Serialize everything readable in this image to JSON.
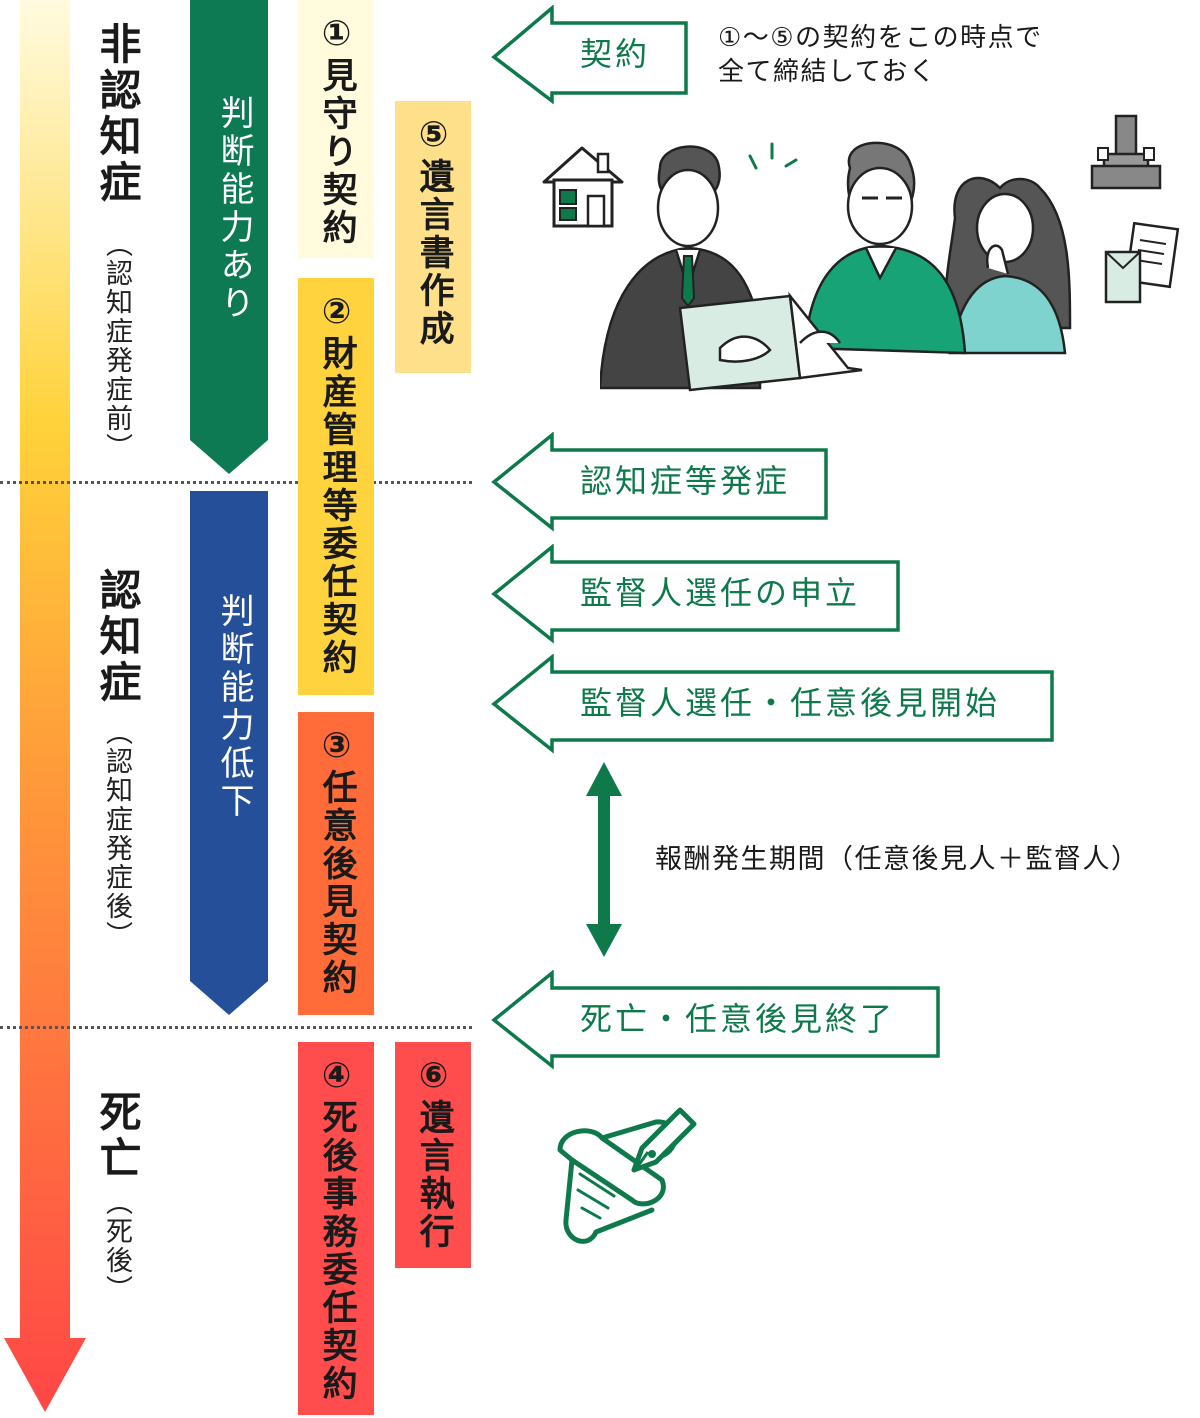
{
  "stages": {
    "pre": {
      "main": "非認知症",
      "sub": "（認知症発症前）"
    },
    "post": {
      "main": "認知症",
      "sub": "（認知症発症後）"
    },
    "death": {
      "main": "死亡",
      "sub": "（死後）"
    }
  },
  "ability": {
    "present": "判断能力あり",
    "declined": "判断能力低下"
  },
  "contracts": {
    "watch": {
      "num": "①",
      "label": "見守り契約"
    },
    "property": {
      "num": "②",
      "label": "財産管理等委任契約"
    },
    "guardian": {
      "num": "③",
      "label": "任意後見契約"
    },
    "after": {
      "num": "④",
      "label": "死後事務委任契約"
    },
    "will": {
      "num": "⑤",
      "label": "遺言書作成"
    },
    "execute": {
      "num": "⑥",
      "label": "遺言執行"
    }
  },
  "events": {
    "contract": "契約",
    "onset": "認知症等発症",
    "petition": "監督人選任の申立",
    "start": "監督人選任・任意後見開始",
    "end": "死亡・任意後見終了"
  },
  "notes": {
    "contract_line1": "①～⑤の契約をこの時点で",
    "contract_line2": "全て締結しておく",
    "fee_period": "報酬発生期間（任意後見人＋監督人）"
  },
  "colors": {
    "green": "#0e7a4b",
    "dark_green": "#0d7a53",
    "navy": "#254f98",
    "box_cream": "#fffbdc",
    "box_light_yellow": "#ffe08a",
    "box_yellow": "#ffd33d",
    "box_orange": "#ff6b39",
    "box_red": "#ff4d4d",
    "timeline_top": "#fffbe0",
    "timeline_mid": "#ffd23a",
    "timeline_bottom": "#ff4646"
  },
  "icons": [
    "house-icon",
    "people-meeting-illustration",
    "grave-icon",
    "documents-icon",
    "fountain-pen-scroll-icon"
  ]
}
